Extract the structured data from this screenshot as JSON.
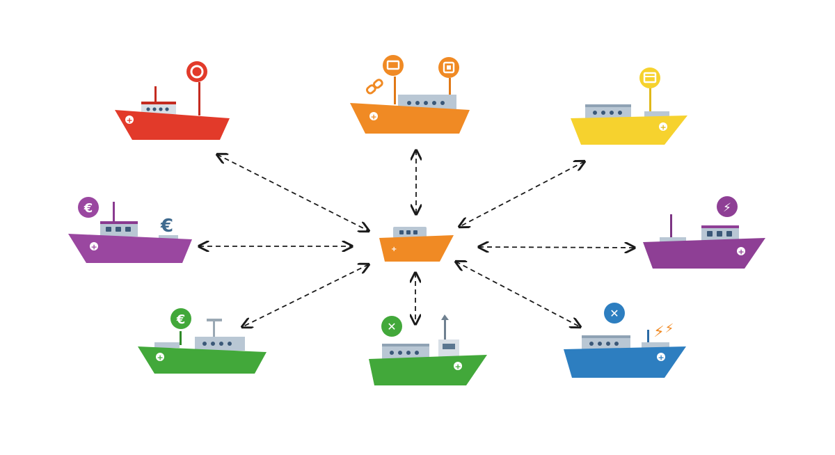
{
  "diagram": {
    "background": "#ffffff",
    "connector_style": "dashed-double-arrow",
    "connector_color": "#1a1a1a",
    "hub": {
      "name": "hub-boat",
      "color": "#f08a24"
    },
    "boats": [
      {
        "id": "red-boat",
        "color": "#e23a2a",
        "badges": [
          "target-icon"
        ]
      },
      {
        "id": "orange-top-boat",
        "color": "#f08a24",
        "badges": [
          "link-icon",
          "screen-icon",
          "chip-icon"
        ]
      },
      {
        "id": "yellow-boat",
        "color": "#f6d22e",
        "badges": [
          "box-icon"
        ]
      },
      {
        "id": "purple-left-boat",
        "color": "#9a47a0",
        "badges": [
          "euro-icon",
          "euro-crane-icon"
        ]
      },
      {
        "id": "purple-right-boat",
        "color": "#8e3f95",
        "badges": [
          "lightning-icon"
        ]
      },
      {
        "id": "green-left-boat",
        "color": "#42a83a",
        "badges": [
          "euro-icon"
        ]
      },
      {
        "id": "green-center-boat",
        "color": "#42a83a",
        "badges": [
          "close-icon"
        ]
      },
      {
        "id": "blue-boat",
        "color": "#2d7ec0",
        "badges": [
          "close-icon",
          "lightning-icon"
        ]
      }
    ],
    "symbols": {
      "euro": "€",
      "close": "✕",
      "lightning": "⚡"
    }
  }
}
